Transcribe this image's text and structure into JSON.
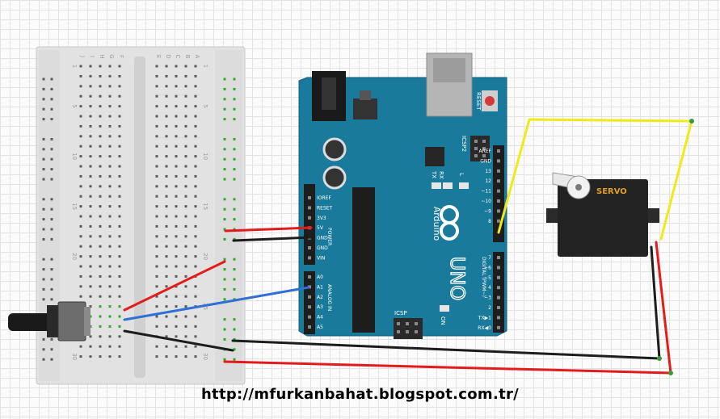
{
  "footer": {
    "url": "http://mfurkanbahat.blogspot.com.tr/"
  },
  "arduino": {
    "logo_text": "Arduino",
    "model": "UNO",
    "reset_label": "RESET",
    "icsp2_label": "ICSP2",
    "icsp_label": "ICSP",
    "on_label": "ON",
    "tx_label": "TX",
    "rx_label": "RX",
    "l_label": "L",
    "digital_label": "DIGITAL (PWM~)",
    "power_label": "POWER",
    "analog_label": "ANALOG IN",
    "power_pins": [
      "IOREF",
      "RESET",
      "3V3",
      "5V",
      "GND",
      "GND",
      "VIN"
    ],
    "analog_pins": [
      "A0",
      "A1",
      "A2",
      "A3",
      "A4",
      "A5"
    ],
    "digital_pins": [
      "AREF",
      "GND",
      "13",
      "12",
      "~11",
      "~10",
      "~9",
      "8",
      "7",
      "~6",
      "~5",
      "4",
      "~3",
      "2",
      "TX▶1",
      "RX◀0"
    ]
  },
  "servo": {
    "label": "SERVO"
  },
  "breadboard": {
    "row_numbers": [
      "1",
      "5",
      "10",
      "15",
      "20",
      "25",
      "30"
    ],
    "column_letters_left": [
      "J",
      "I",
      "H",
      "G",
      "F"
    ],
    "column_letters_right": [
      "E",
      "D",
      "C",
      "B",
      "A"
    ]
  },
  "colors": {
    "arduino": "#1a7a9b",
    "wire_red": "#e31b1b",
    "wire_black": "#1c1c1c",
    "wire_blue": "#2f6fd6",
    "wire_yellow": "#f2ea17",
    "breadboard": "#e2e2e2",
    "servo_label": "#e0a020"
  }
}
